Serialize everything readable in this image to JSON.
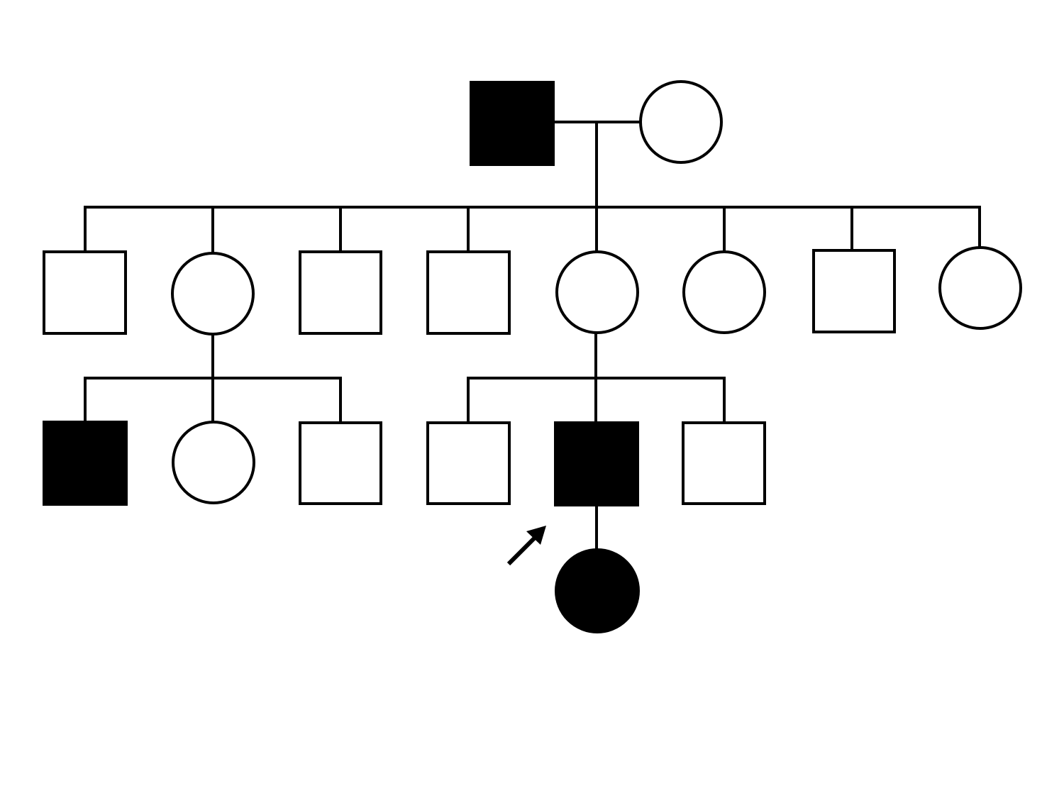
{
  "diagram": {
    "type": "pedigree",
    "colors": {
      "affected": "#000000",
      "unaffected": "#ffffff",
      "line": "#000000"
    },
    "proband_marker": "arrow-icon",
    "individuals": {
      "I1": {
        "generation": 1,
        "sex": "male",
        "affected": true
      },
      "I2": {
        "generation": 1,
        "sex": "female",
        "affected": false
      },
      "II1": {
        "generation": 2,
        "sex": "male",
        "affected": false
      },
      "II2": {
        "generation": 2,
        "sex": "female",
        "affected": false
      },
      "II3": {
        "generation": 2,
        "sex": "male",
        "affected": false
      },
      "II4": {
        "generation": 2,
        "sex": "male",
        "affected": false
      },
      "II5": {
        "generation": 2,
        "sex": "female",
        "affected": false
      },
      "II6": {
        "generation": 2,
        "sex": "female",
        "affected": false
      },
      "II7": {
        "generation": 2,
        "sex": "male",
        "affected": false
      },
      "II8": {
        "generation": 2,
        "sex": "female",
        "affected": false
      },
      "III1": {
        "generation": 3,
        "sex": "male",
        "affected": true
      },
      "III2": {
        "generation": 3,
        "sex": "female",
        "affected": false
      },
      "III3": {
        "generation": 3,
        "sex": "male",
        "affected": false
      },
      "III4": {
        "generation": 3,
        "sex": "male",
        "affected": false
      },
      "III5": {
        "generation": 3,
        "sex": "male",
        "affected": true,
        "proband": true
      },
      "III6": {
        "generation": 3,
        "sex": "male",
        "affected": false
      },
      "IV1": {
        "generation": 4,
        "sex": "female",
        "affected": true
      }
    }
  }
}
